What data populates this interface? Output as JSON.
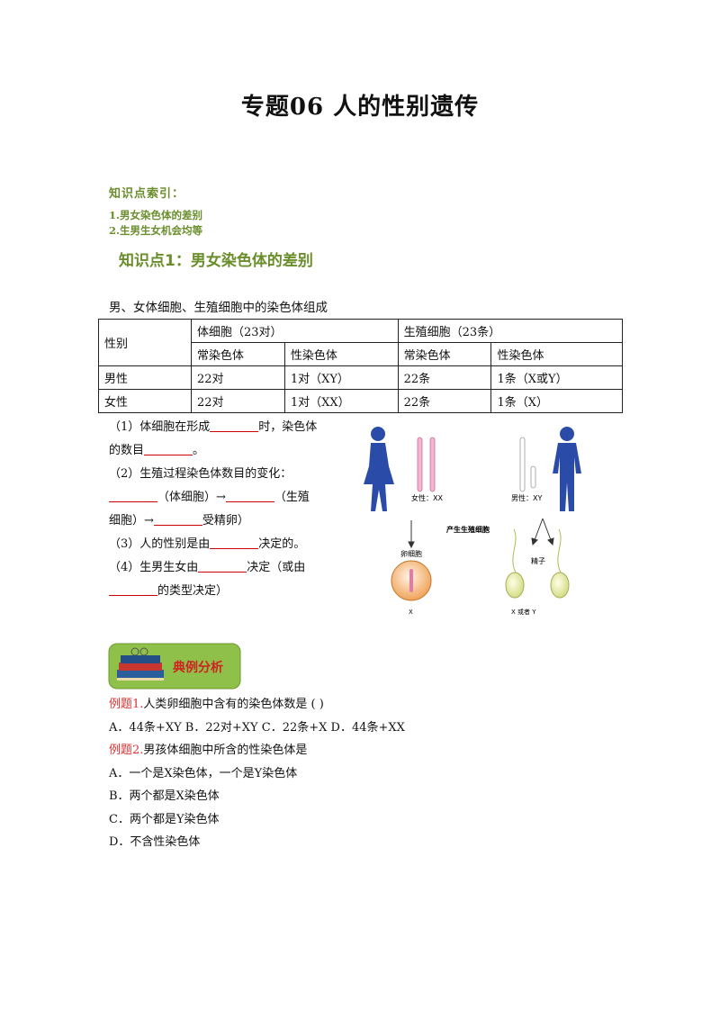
{
  "title": "专题06  人的性别遗传",
  "index": {
    "heading": "知识点索引：",
    "items": [
      "1.男女染色体的差别",
      "2.生男生女机会均等"
    ]
  },
  "knowledge_point_1": "知识点1：男女染色体的差别",
  "table": {
    "caption": "男、女体细胞、生殖细胞中的染色体组成",
    "row_header": "性别",
    "group_headers": [
      "体细胞（23对）",
      "生殖细胞（23条）"
    ],
    "sub_headers": [
      "常染色体",
      "性染色体",
      "常染色体",
      "性染色体"
    ],
    "rows": [
      [
        "男性",
        "22对",
        "1对（XY）",
        "22条",
        "1条（X或Y）"
      ],
      [
        "女性",
        "22对",
        "1对（XX）",
        "22条",
        "1条（X）"
      ]
    ]
  },
  "questions": {
    "q1a": "（1）体细胞在形成",
    "q1b": "时，染色体",
    "q1c": "的数目",
    "q1d": "。",
    "q2a": "（2）生殖过程染色体数目的变化：",
    "q2b": "（体细胞）→",
    "q2c": "（生殖",
    "q2d": "细胞）→",
    "q2e": "受精卵）",
    "q3a": "（3）人的性别是由",
    "q3b": "决定的。",
    "q4a": "（4）生男生女由",
    "q4b": "决定（或由",
    "q4c": "的类型决定）"
  },
  "figure": {
    "female_label": "女性：XX",
    "male_label": "男性：XY",
    "process_label": "产生生殖细胞",
    "egg_label": "卵细胞",
    "sperm_label": "精子",
    "egg_x": "X",
    "sperm_xy": "X  或者  Y"
  },
  "examples_banner": "典例分析",
  "examples": {
    "ex1_prefix": "例题1.",
    "ex1_text": "人类卵细胞中含有的染色体数是 ( )",
    "ex1_options": "A．44条+XY  B．22对+XY  C．22条+X  D．44条+XX",
    "ex2_prefix": "例题2.",
    "ex2_text": "男孩体细胞中所含的性染色体是",
    "ex2_options": [
      "A．一个是X染色体，一个是Y染色体",
      "B．两个都是X染色体",
      "C．两个都是Y染色体",
      "D．不含性染色体"
    ]
  },
  "colors": {
    "heading_green": "#6a8e2b",
    "example_red": "#e03030",
    "silhouette_blue": "#2b4ba8"
  }
}
